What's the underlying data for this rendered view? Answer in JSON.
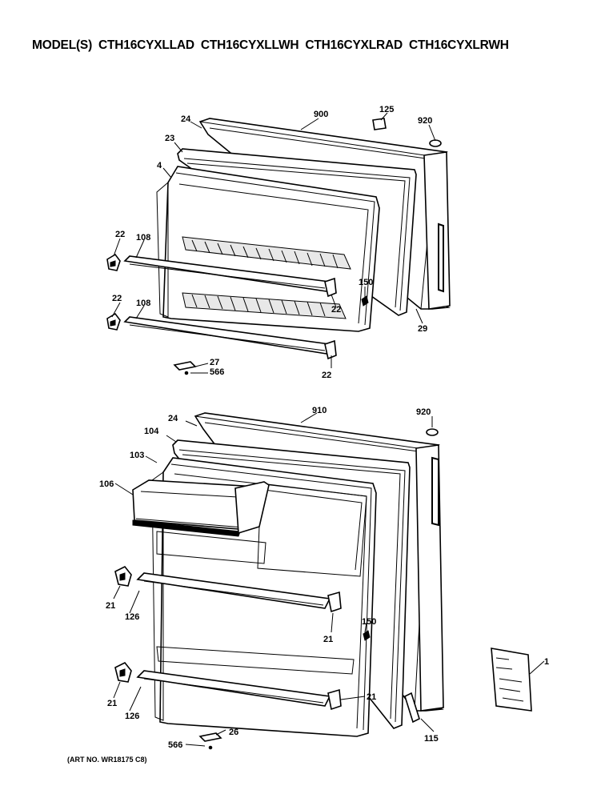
{
  "header": {
    "models_label": "MODEL(S)",
    "models": [
      "CTH16CYXLLAD",
      "CTH16CYXLLWH",
      "CTH16CYXLRAD",
      "CTH16CYXLRWH"
    ]
  },
  "freezer_door_callouts": {
    "p900": "900",
    "p125": "125",
    "p920": "920",
    "p24": "24",
    "p23": "23",
    "p4": "4",
    "p22_left_top": "22",
    "p108_top": "108",
    "p22_left_bottom": "22",
    "p108_bottom": "108",
    "p150": "150",
    "p22_right_top": "22",
    "p29": "29",
    "p22_right_bottom": "22",
    "p27": "27",
    "p566": "566"
  },
  "fresh_food_door_callouts": {
    "p24": "24",
    "p910": "910",
    "p920": "920",
    "p104": "104",
    "p103": "103",
    "p106": "106",
    "p21_left_top": "21",
    "p126_top": "126",
    "p150": "150",
    "p21_right_top": "21",
    "p21_left_bottom": "21",
    "p126_bottom": "126",
    "p21_right_bottom": "21",
    "p115": "115",
    "p1": "1",
    "p566": "566",
    "p26": "26"
  },
  "footer": {
    "art_no": "(ART NO. WR18175 C8)"
  }
}
